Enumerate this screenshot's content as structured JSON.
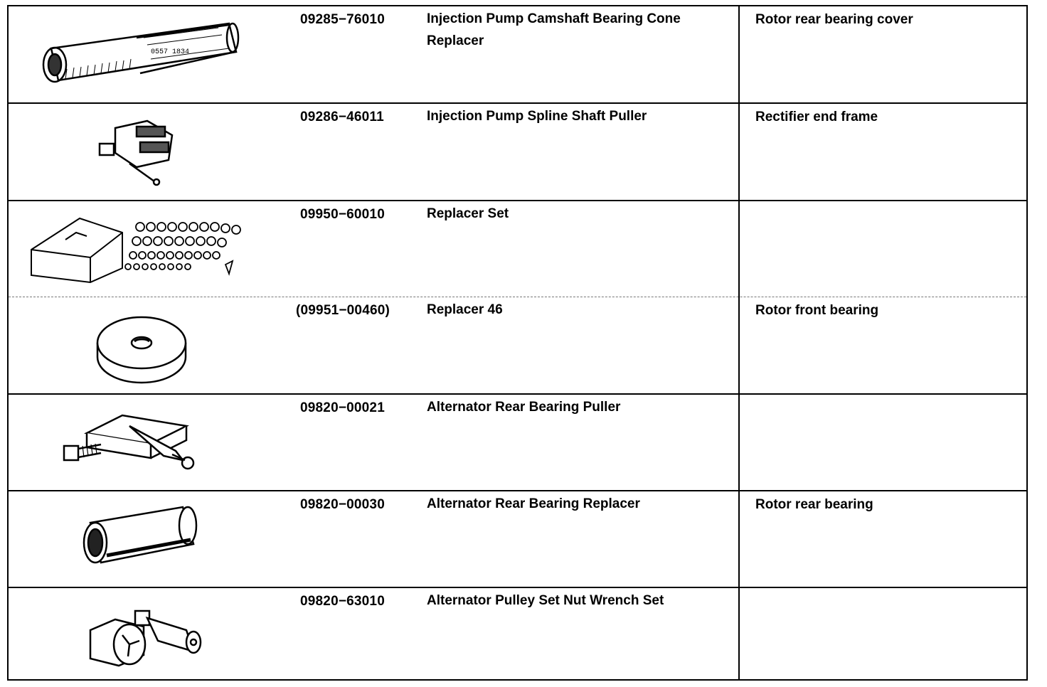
{
  "rows": [
    {
      "part_no": "09285−76010",
      "name": "Injection Pump Camshaft Bearing Cone Replacer",
      "note": "Rotor rear bearing cover",
      "icon": "tube-replacer-icon"
    },
    {
      "part_no": "09286−46011",
      "name": "Injection Pump Spline Shaft Puller",
      "note": "Rectifier end frame",
      "icon": "spline-puller-icon"
    },
    {
      "part_no": "09950−60010",
      "name": "Replacer Set",
      "note": "",
      "icon": "replacer-set-box-icon"
    },
    {
      "part_no": "(09951−00460)",
      "name": "Replacer 46",
      "note": "Rotor front bearing",
      "icon": "disc-replacer-icon"
    },
    {
      "part_no": "09820−00021",
      "name": "Alternator Rear Bearing Puller",
      "note": "",
      "icon": "bearing-puller-icon"
    },
    {
      "part_no": "09820−00030",
      "name": "Alternator Rear Bearing Replacer",
      "note": "Rotor rear bearing",
      "icon": "sleeve-replacer-icon"
    },
    {
      "part_no": "09820−63010",
      "name": "Alternator Pulley Set Nut Wrench Set",
      "note": "",
      "icon": "nut-wrench-set-icon"
    }
  ]
}
